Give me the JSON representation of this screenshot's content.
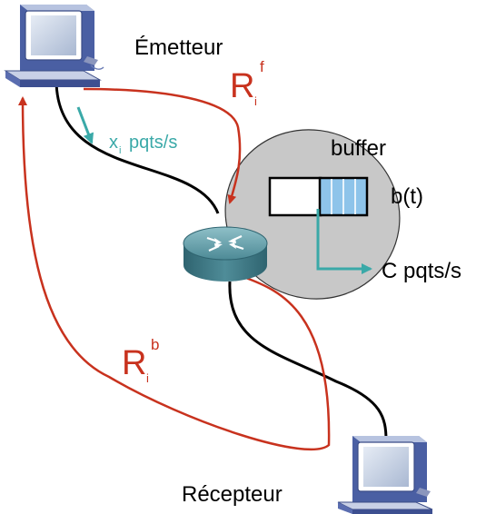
{
  "labels": {
    "sender": "Émetteur",
    "receiver": "Récepteur",
    "buffer": "buffer",
    "buffer_occupancy": "b(t)",
    "capacity": "C pqts/s",
    "rate_symbol": "x",
    "rate_subscript": "i",
    "rate_unit": "pqts/s",
    "forward_delay_symbol": "R",
    "forward_delay_subscript": "i",
    "forward_delay_superscript": "f",
    "backward_delay_symbol": "R",
    "backward_delay_subscript": "i",
    "backward_delay_superscript": "b"
  },
  "icons": {
    "sender": "computer-icon",
    "receiver": "computer-icon",
    "router": "router-icon"
  },
  "colors": {
    "link": "#000000",
    "delay_arrows": "#c8321e",
    "rate_arrows": "#3aa9a8",
    "buffer_region": "#c8c8c8",
    "queue_filled": "#8ec4ea"
  },
  "buffer": {
    "filled_slots": 4,
    "empty_slots": 1
  }
}
